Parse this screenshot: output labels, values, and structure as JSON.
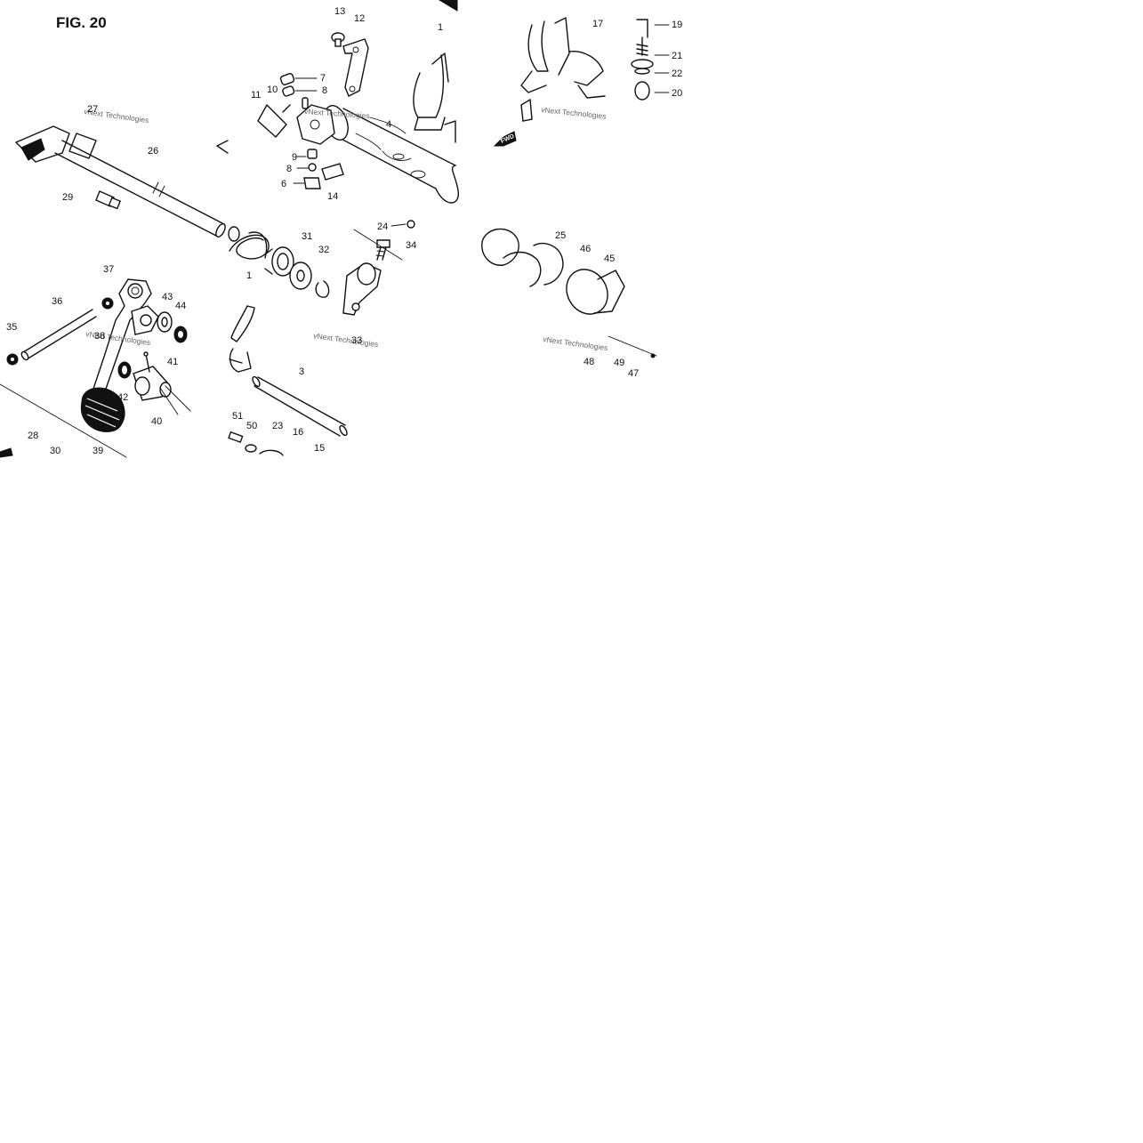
{
  "figure_title": "FIG. 20",
  "watermark": "vNext Technologies",
  "arrow_label": "FWD",
  "colors": {
    "line": "#111111",
    "background": "#ffffff",
    "watermark": "#666666"
  },
  "labels": {
    "1": "1",
    "1b": "1",
    "3": "3",
    "4": "4",
    "6": "6",
    "7": "7",
    "8": "8",
    "8b": "8",
    "9": "9",
    "10": "10",
    "11": "11",
    "12": "12",
    "13": "13",
    "14": "14",
    "15": "15",
    "16": "16",
    "17": "17",
    "19": "19",
    "20": "20",
    "21": "21",
    "22": "22",
    "23": "23",
    "24": "24",
    "25": "25",
    "26": "26",
    "27": "27",
    "28": "28",
    "29": "29",
    "30": "30",
    "31": "31",
    "32": "32",
    "33": "33",
    "34": "34",
    "35": "35",
    "36": "36",
    "37": "37",
    "38": "38",
    "39": "39",
    "40": "40",
    "41": "41",
    "42": "42",
    "43": "43",
    "44": "44",
    "45": "45",
    "46": "46",
    "47": "47",
    "48": "48",
    "49": "49",
    "50": "50",
    "51": "51"
  }
}
